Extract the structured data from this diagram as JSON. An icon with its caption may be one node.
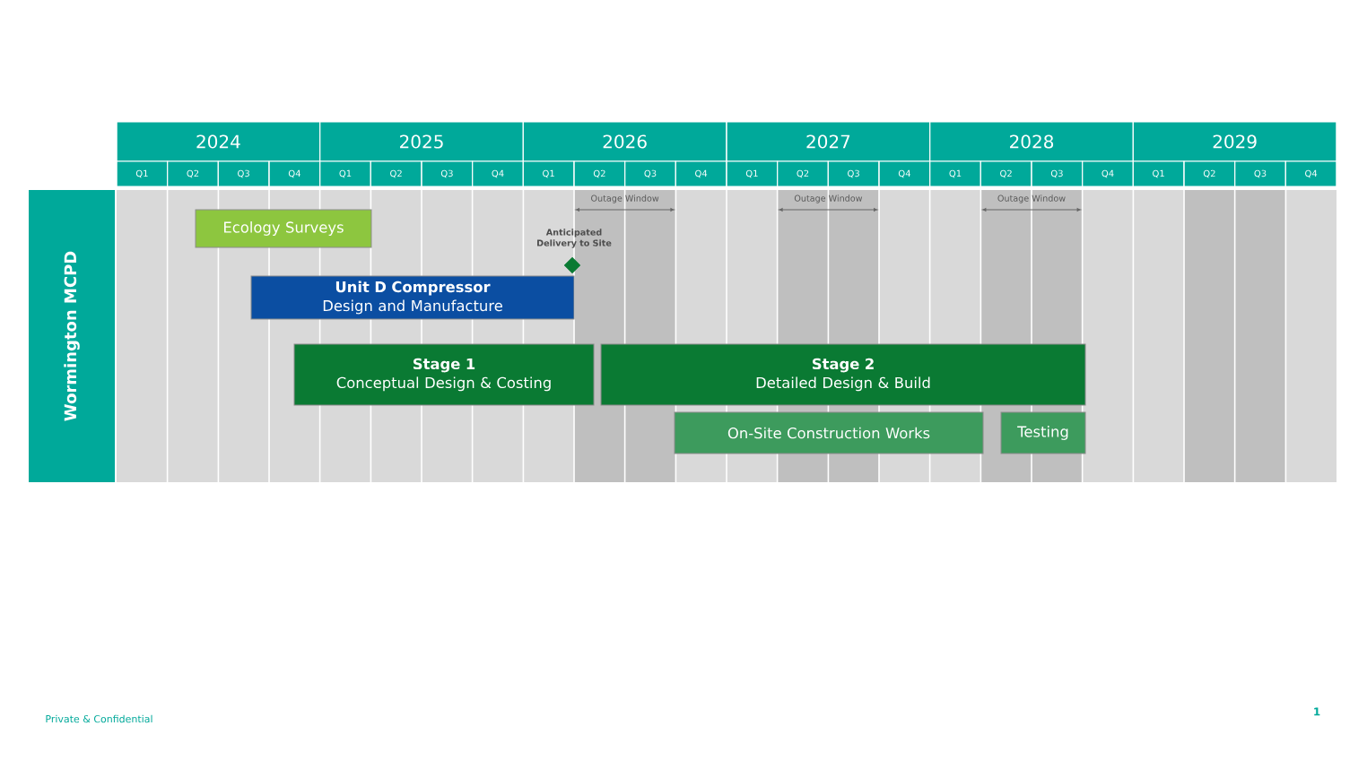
{
  "diagram": {
    "nodes": [
      {
        "text": [
          "Wormington MCPD"
        ]
      },
      {
        "text": [
          "Ecology Surveys"
        ]
      },
      {
        "text": [
          "Unit D Compressor",
          "Design and Manufacture"
        ]
      },
      {
        "text": [],
        "shape": "diamond",
        "beside": [
          "Anticipated Delivery to Site"
        ]
      },
      {
        "text": [
          "Stage 1",
          "Conceptual Design & Costing"
        ]
      },
      {
        "text": [
          "Stage 2",
          "Detailed Design & Build"
        ]
      },
      {
        "text": [
          "On-Site Construction Works"
        ]
      },
      {
        "text": [
          "Testing"
        ]
      }
    ],
    "labels": [
      "2024",
      "2025",
      "2026",
      "2027",
      "2028",
      "2029",
      "Q1",
      "Q2",
      "Q3",
      "Q4",
      "Q1",
      "Q2",
      "Q3",
      "Q4",
      "Q1",
      "Q2",
      "Q3",
      "Q4",
      "Q1",
      "Q2",
      "Q3",
      "Q4",
      "Q1",
      "Q2",
      "Q3",
      "Q4",
      "Q1",
      "Q2",
      "Q3",
      "Q4",
      "Outage Window",
      "Outage Window",
      "Outage Window",
      "Private & Confidential",
      "1"
    ]
  }
}
